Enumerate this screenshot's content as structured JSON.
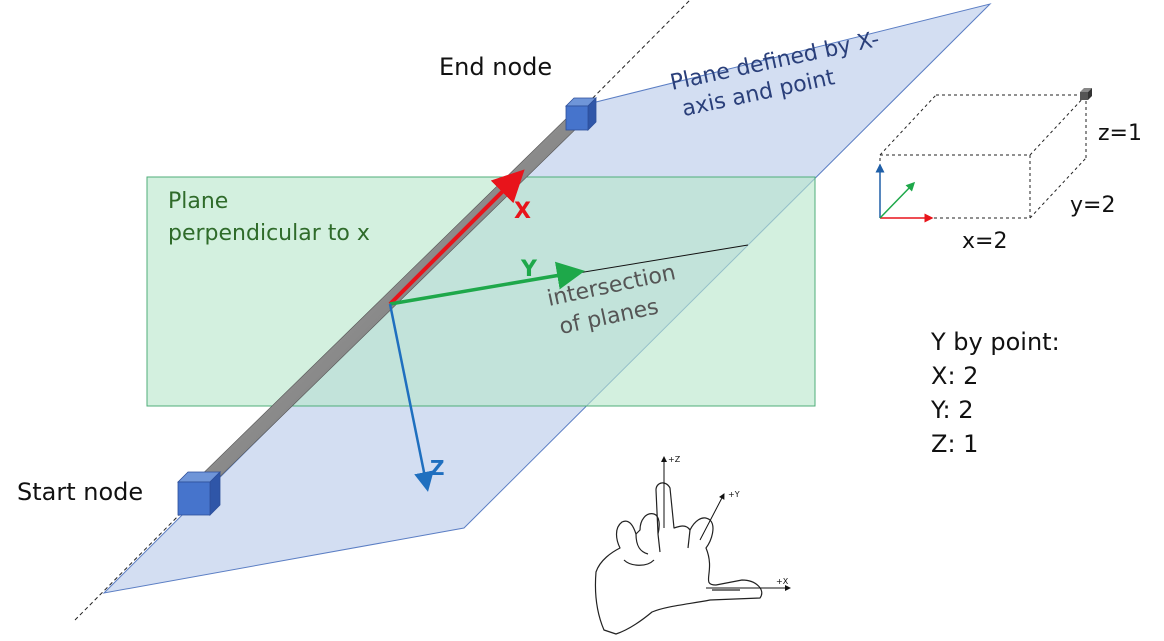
{
  "labels": {
    "end_node": "End node",
    "start_node": "Start node",
    "plane_xaxis_line1": "Plane defined by X-",
    "plane_xaxis_line2": "axis and point",
    "plane_perp_line1": "Plane",
    "plane_perp_line2": "perpendicular to x",
    "axis_x": "X",
    "axis_y": "Y",
    "axis_z": "Z",
    "intersection_line1": "intersection",
    "intersection_line2": "of planes"
  },
  "box": {
    "z_label": "z=1",
    "y_label": "y=2",
    "x_label": "x=2"
  },
  "y_by_point": {
    "title": "Y by point:",
    "x": "X:  2",
    "y": "Y:  2",
    "z": "Z:   1"
  },
  "hand": {
    "z": "+Z",
    "y": "+Y",
    "x": "+X"
  },
  "colors": {
    "x_axis": "#e8141b",
    "y_axis": "#1ea84a",
    "z_axis": "#1f6fbf",
    "blue_plane": "#c9d6ef",
    "green_plane": "#c4ead6",
    "node": "#3f6fc6"
  }
}
